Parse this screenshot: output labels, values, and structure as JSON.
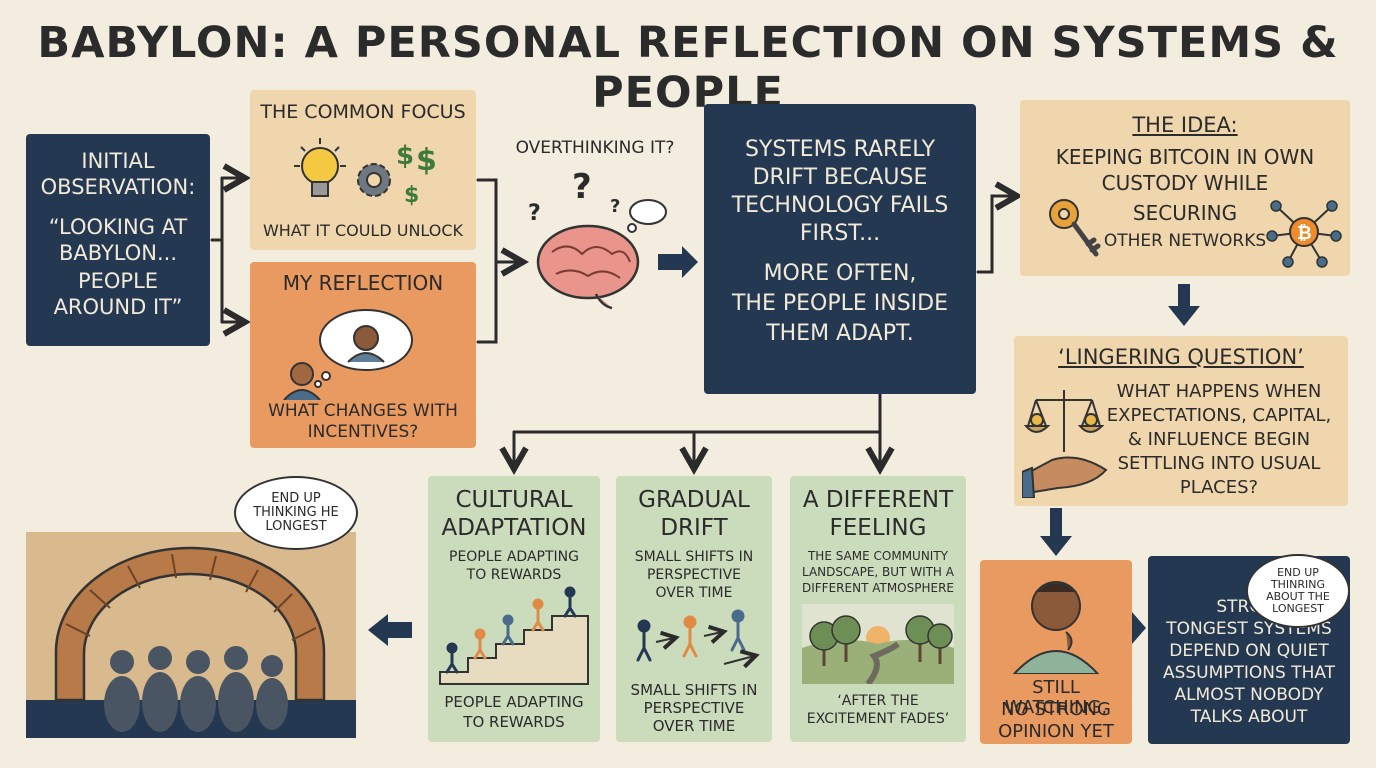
{
  "title": "BABYLON: A PERSONAL REFLECTION ON SYSTEMS & PEOPLE",
  "initial": {
    "line1": "INITIAL",
    "line2": "OBSERVATION:",
    "line3": "“LOOKING AT",
    "line4": "BABYLON...",
    "line5": "PEOPLE",
    "line6": "AROUND IT”"
  },
  "common_focus": {
    "heading": "THE COMMON FOCUS",
    "caption": "WHAT IT COULD UNLOCK"
  },
  "reflection": {
    "heading": "MY REFLECTION",
    "line1": "WHAT CHANGES WITH",
    "line2": "INCENTIVES?"
  },
  "overthinking": "OVERTHINKING IT?",
  "systems": {
    "line1": "SYSTEMS RARELY",
    "line2": "DRIFT BECAUSE",
    "line3": "TECHNOLOGY FAILS",
    "line4": "FIRST...",
    "line5": "MORE OFTEN,",
    "line6": "THE PEOPLE INSIDE",
    "line7": "THEM ADAPT."
  },
  "idea": {
    "heading": "THE IDEA:",
    "line1": "KEEPING BITCOIN IN OWN",
    "line2": "CUSTODY WHILE",
    "line3": "SECURING",
    "line4": "OTHER NETWORKS"
  },
  "lingering": {
    "heading": "‘LINGERING QUESTION’",
    "line1": "WHAT HAPPENS WHEN",
    "line2": "EXPECTATIONS, CAPITAL,",
    "line3": "& INFLUENCE BEGIN",
    "line4": "SETTLING INTO USUAL",
    "line5": "PLACES?"
  },
  "cultural": {
    "h1": "CULTURAL",
    "h2": "ADAPTATION",
    "top1": "PEOPLE ADAPTING",
    "top2": "TO REWARDS",
    "bot1": "PEOPLE ADAPTING",
    "bot2": "TO REWARDS"
  },
  "gradual": {
    "h1": "GRADUAL",
    "h2": "DRIFT",
    "top1": "SMALL SHIFTS IN",
    "top2": "PERSPECTIVE",
    "top3": "OVER TIME",
    "bot1": "SMALL SHIFTS IN",
    "bot2": "PERSPECTIVE",
    "bot3": "OVER TIME"
  },
  "feeling": {
    "h1": "A DIFFERENT",
    "h2": "FEELING",
    "top1": "THE SAME COMMUNITY",
    "top2": "LANDSCAPE, BUT WITH A",
    "top3": "DIFFERENT ATMOSPHERE",
    "bot1": "‘AFTER THE",
    "bot2": "EXCITEMENT FADES’"
  },
  "arch_bubble": {
    "line1": "END UP",
    "line2": "THINKING HE",
    "line3": "LONGEST"
  },
  "watching": {
    "line1": "STILL WATCHING,",
    "line2": "NO STRONG",
    "line3": "OPINION YET"
  },
  "strongest_bubble": {
    "line1": "END UP",
    "line2": "THINRING",
    "line3": "ABOUT THE",
    "line4": "LONGEST"
  },
  "strongest": {
    "line1": "STRON-",
    "line2": "TONGEST SYSTEMS",
    "line3": "DEPEND ON QUIET",
    "line4": "ASSUMPTIONS THAT",
    "line5": "ALMOST NOBODY",
    "line6": "TALKS ABOUT"
  },
  "colors": {
    "navy": "#243852",
    "tan": "#f0d6ad",
    "orange": "#e99a61",
    "green": "#cbdcbd",
    "background": "#f3ede0"
  },
  "icons": [
    "lightbulb-icon",
    "gear-icon",
    "dollar-icon",
    "thought-bubble-icon",
    "person-icon",
    "brain-icon",
    "question-mark-icon",
    "key-icon",
    "bitcoin-network-icon",
    "scale-icon",
    "hand-icon",
    "stairs-people-icon",
    "walking-people-icon",
    "landscape-icon",
    "arch-icon",
    "crowd-icon",
    "thinking-person-icon"
  ]
}
